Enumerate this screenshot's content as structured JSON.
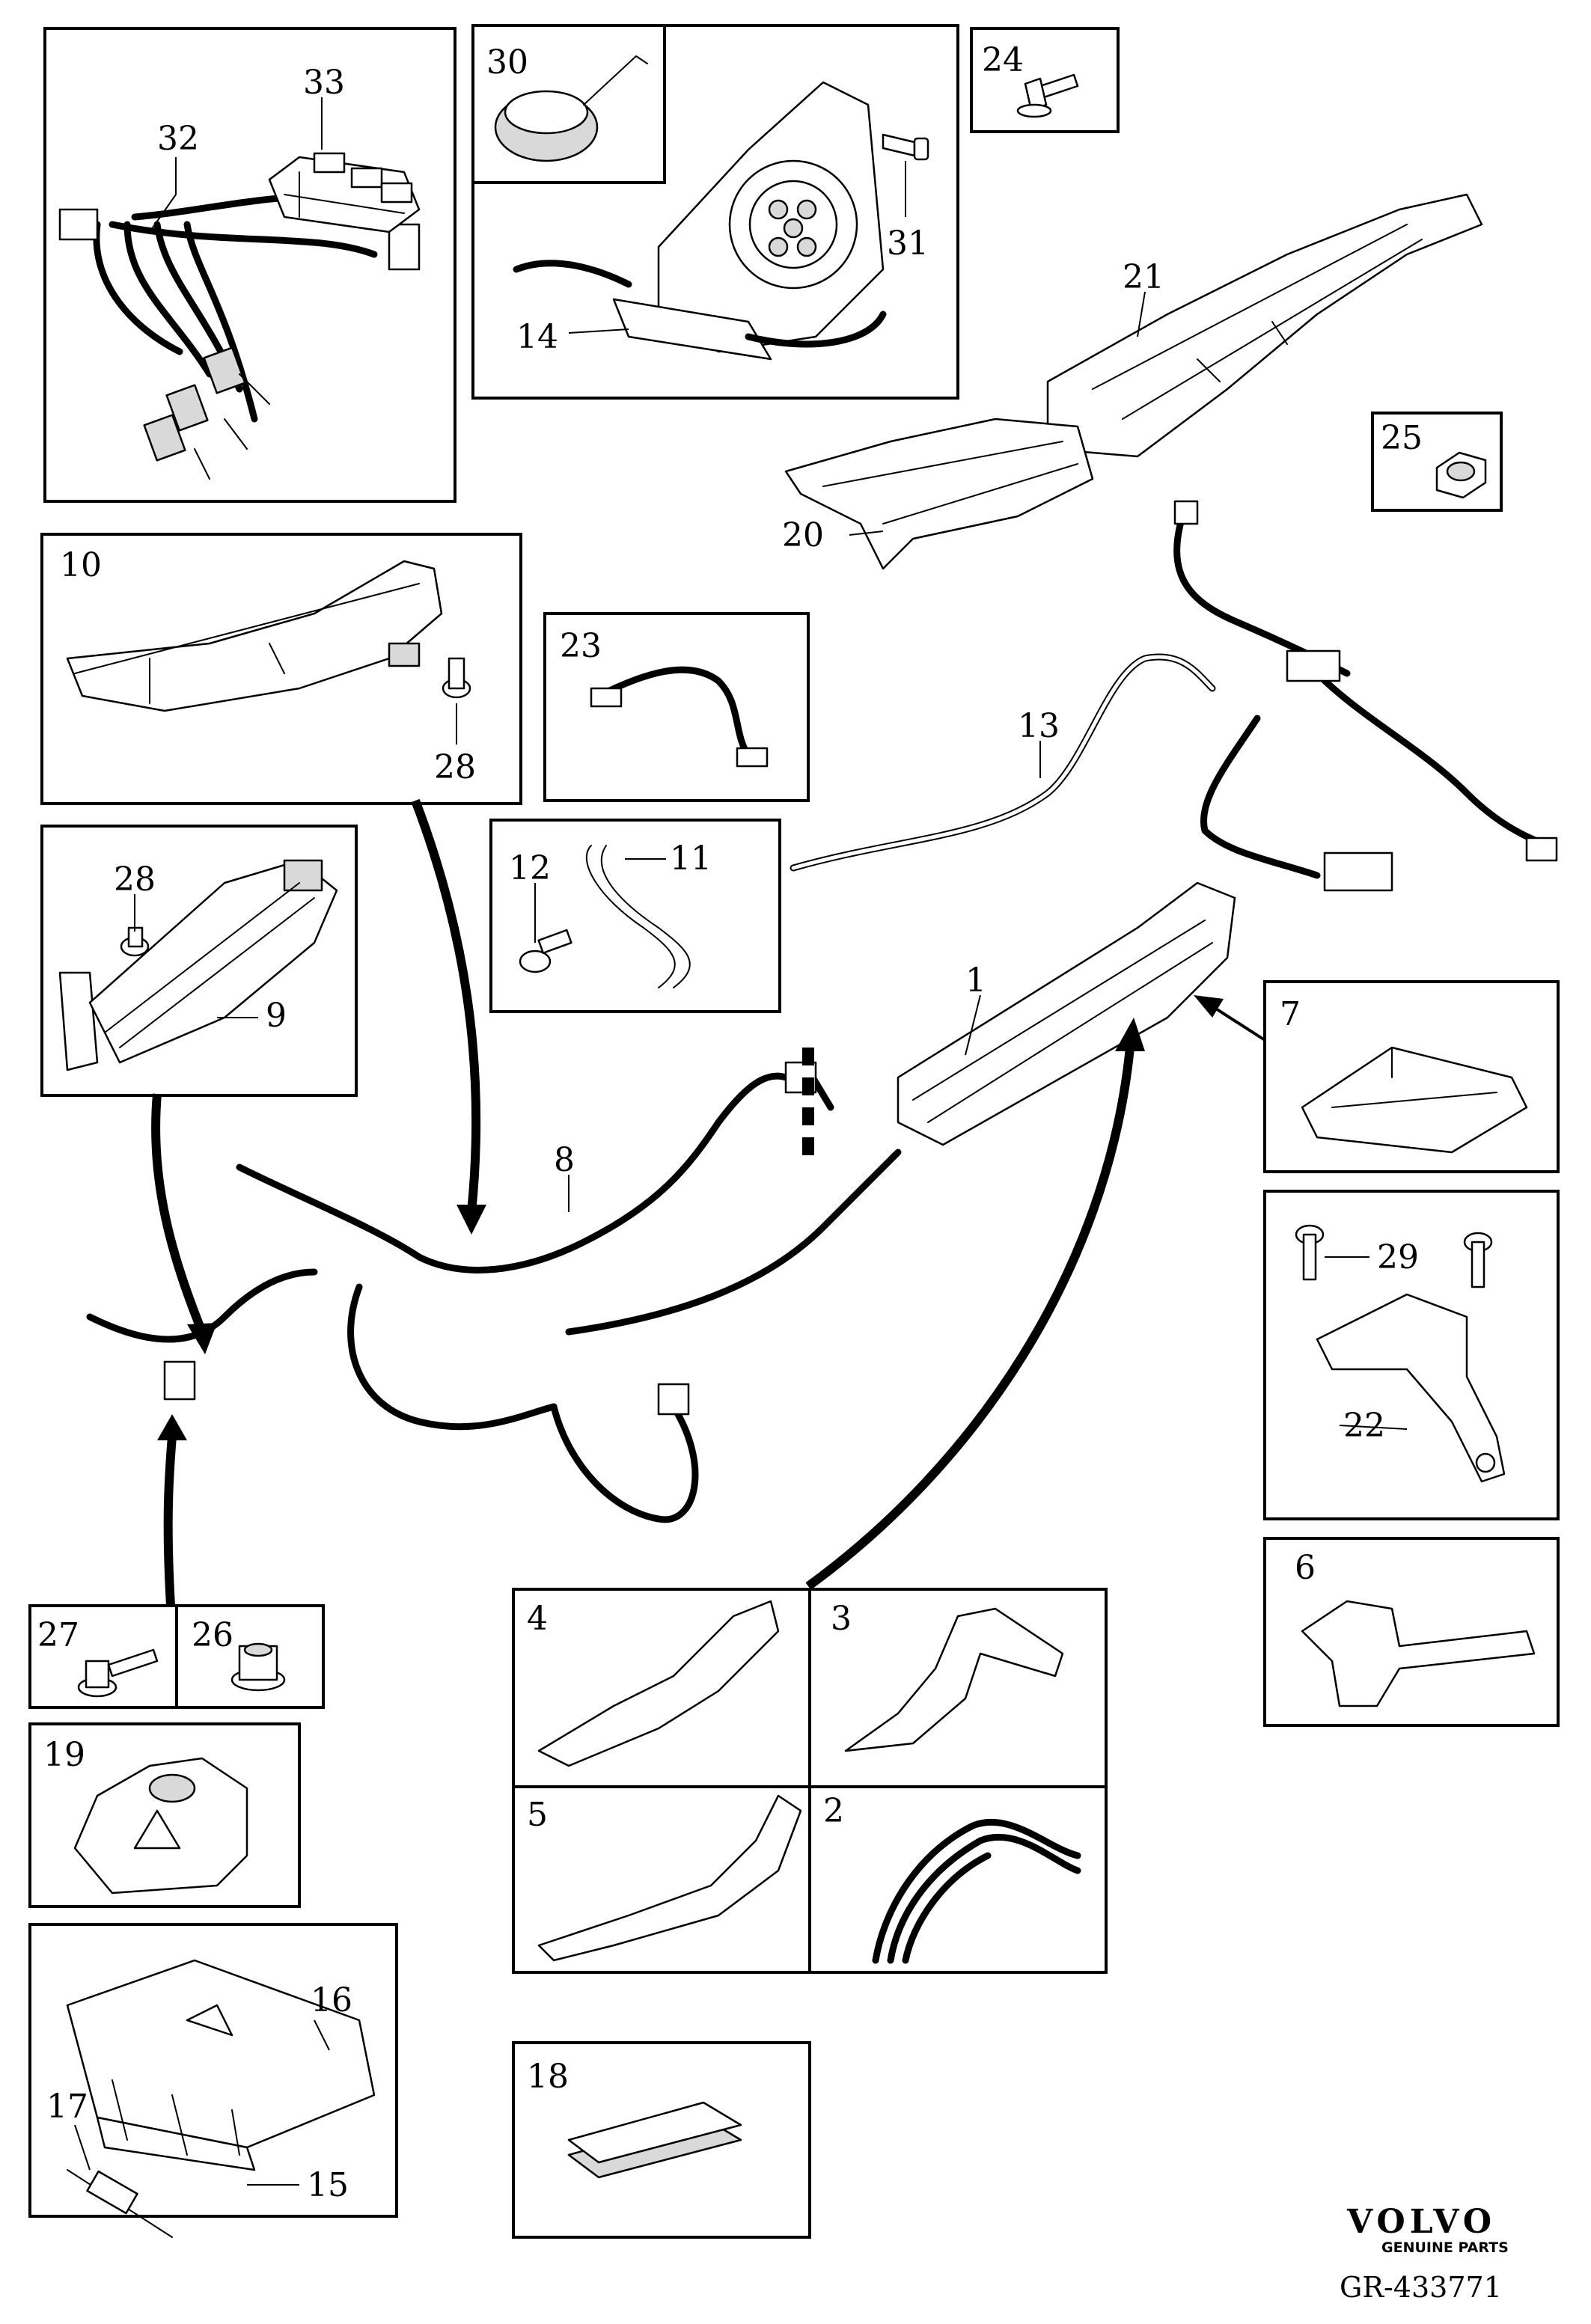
{
  "callouts": {
    "n1": "1",
    "n2": "2",
    "n3": "3",
    "n4": "4",
    "n5": "5",
    "n6": "6",
    "n7": "7",
    "n8": "8",
    "n9": "9",
    "n10": "10",
    "n11": "11",
    "n12": "12",
    "n13": "13",
    "n14": "14",
    "n15": "15",
    "n16": "16",
    "n17": "17",
    "n18": "18",
    "n19": "19",
    "n20": "20",
    "n21": "21",
    "n22": "22",
    "n23": "23",
    "n24": "24",
    "n25": "25",
    "n26": "26",
    "n27": "27",
    "n28a": "28",
    "n28b": "28",
    "n29": "29",
    "n30": "30",
    "n31": "31",
    "n32": "32",
    "n33": "33"
  },
  "brand": {
    "name": "VOLVO",
    "tagline": "GENUINE PARTS",
    "reference": "GR-433771"
  },
  "colors": {
    "line": "#000000",
    "background": "#ffffff",
    "shade": "#d9d9d9"
  }
}
